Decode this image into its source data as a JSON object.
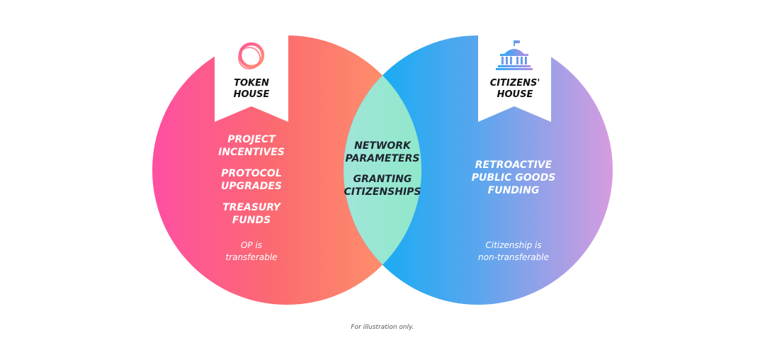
{
  "diagram": {
    "type": "venn",
    "left": {
      "title": "TOKEN\nHOUSE",
      "icon": "optimism-token-ring-icon",
      "items": [
        "PROJECT\nINCENTIVES",
        "PROTOCOL\nUPGRADES",
        "TREASURY\nFUNDS"
      ],
      "note": "OP is\ntransferable",
      "gradient": [
        "#ff4fa3",
        "#fb6a70",
        "#ff9a6a"
      ]
    },
    "right": {
      "title": "CITIZENS'\nHOUSE",
      "icon": "capitol-building-icon",
      "items": [
        "RETROACTIVE\nPUBLIC GOODS\nFUNDING"
      ],
      "note": "Citizenship is\nnon-transferable",
      "gradient": [
        "#00aef5",
        "#5aa6ee",
        "#d79be0"
      ]
    },
    "overlap": {
      "items": [
        "NETWORK\nPARAMETERS",
        "GRANTING\nCITIZENSHIPS"
      ],
      "gradient": [
        "#a0e6d9",
        "#68eba5"
      ]
    }
  },
  "footer": "For illustration only."
}
